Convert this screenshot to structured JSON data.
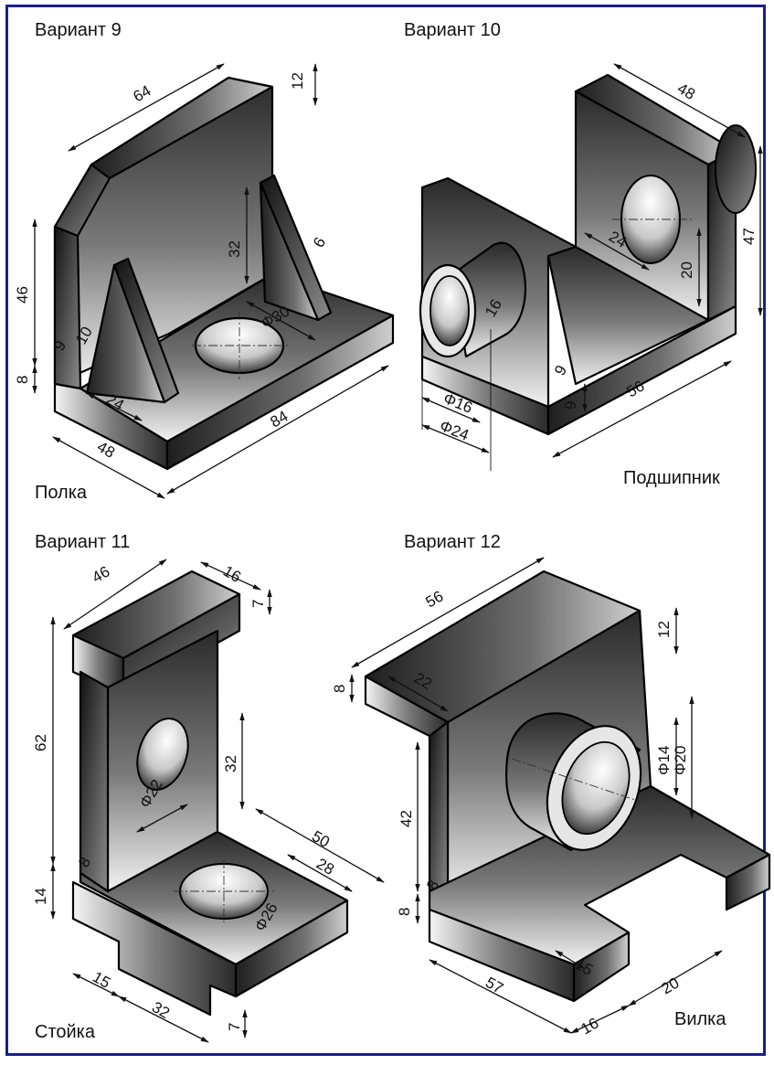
{
  "variants": [
    {
      "title": "Вариант 9",
      "part": "Полка",
      "dims": {
        "d64": "64",
        "d12": "12",
        "d46": "46",
        "d8": "8",
        "d9": "9",
        "d10": "10",
        "d32": "32",
        "d6": "6",
        "d30": "Φ30",
        "d24": "24",
        "d84": "84",
        "d48": "48"
      }
    },
    {
      "title": "Вариант 10",
      "part": "Подшипник",
      "dims": {
        "d48": "48",
        "d47": "47",
        "d24": "24",
        "d20": "20",
        "d16": "16",
        "d9a": "9",
        "d9b": "9",
        "d56": "56",
        "p16": "Φ16",
        "p24": "Φ24"
      }
    },
    {
      "title": "Вариант 11",
      "part": "Стойка",
      "dims": {
        "d46": "46",
        "d16": "16",
        "d7": "7",
        "d62": "62",
        "d32": "32",
        "p22": "Φ22",
        "d50": "50",
        "d28": "28",
        "d8": "8",
        "p26": "Φ26",
        "d14": "14",
        "d15": "15",
        "d32b": "32",
        "d7b": "7"
      }
    },
    {
      "title": "Вариант 12",
      "part": "Вилка",
      "dims": {
        "d56": "56",
        "d12": "12",
        "d8": "8",
        "d22": "22",
        "d42": "42",
        "p14": "Φ14",
        "p20": "Φ20",
        "d8b": "8",
        "d8c": "8",
        "d15": "15",
        "d20": "20",
        "d57": "57",
        "d16": "16"
      }
    }
  ]
}
